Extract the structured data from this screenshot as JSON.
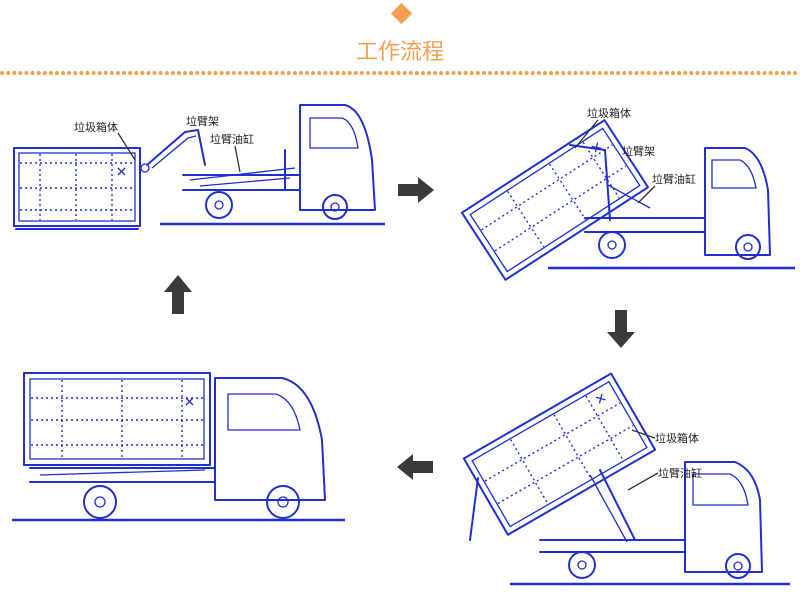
{
  "header": {
    "title": "工作流程",
    "accent_color": "#f0a050"
  },
  "steps": {
    "step1": {
      "label_box": "垃圾箱体",
      "label_arm": "垃臂架",
      "label_cyl": "垃臂油缸"
    },
    "step2": {
      "label_box": "垃圾箱体",
      "label_arm": "垃臂架",
      "label_cyl": "垃臂油缸"
    },
    "step3": {
      "label_box": "垃圾箱体",
      "label_cyl": "垃臂油缸"
    }
  },
  "colors": {
    "line": "#1f2fd0",
    "arrow": "#3a3a3a",
    "label": "#222222"
  },
  "icons": {
    "arrow_right": "arrow-right-icon",
    "arrow_down": "arrow-down-icon",
    "arrow_left": "arrow-left-icon",
    "arrow_up": "arrow-up-icon"
  }
}
